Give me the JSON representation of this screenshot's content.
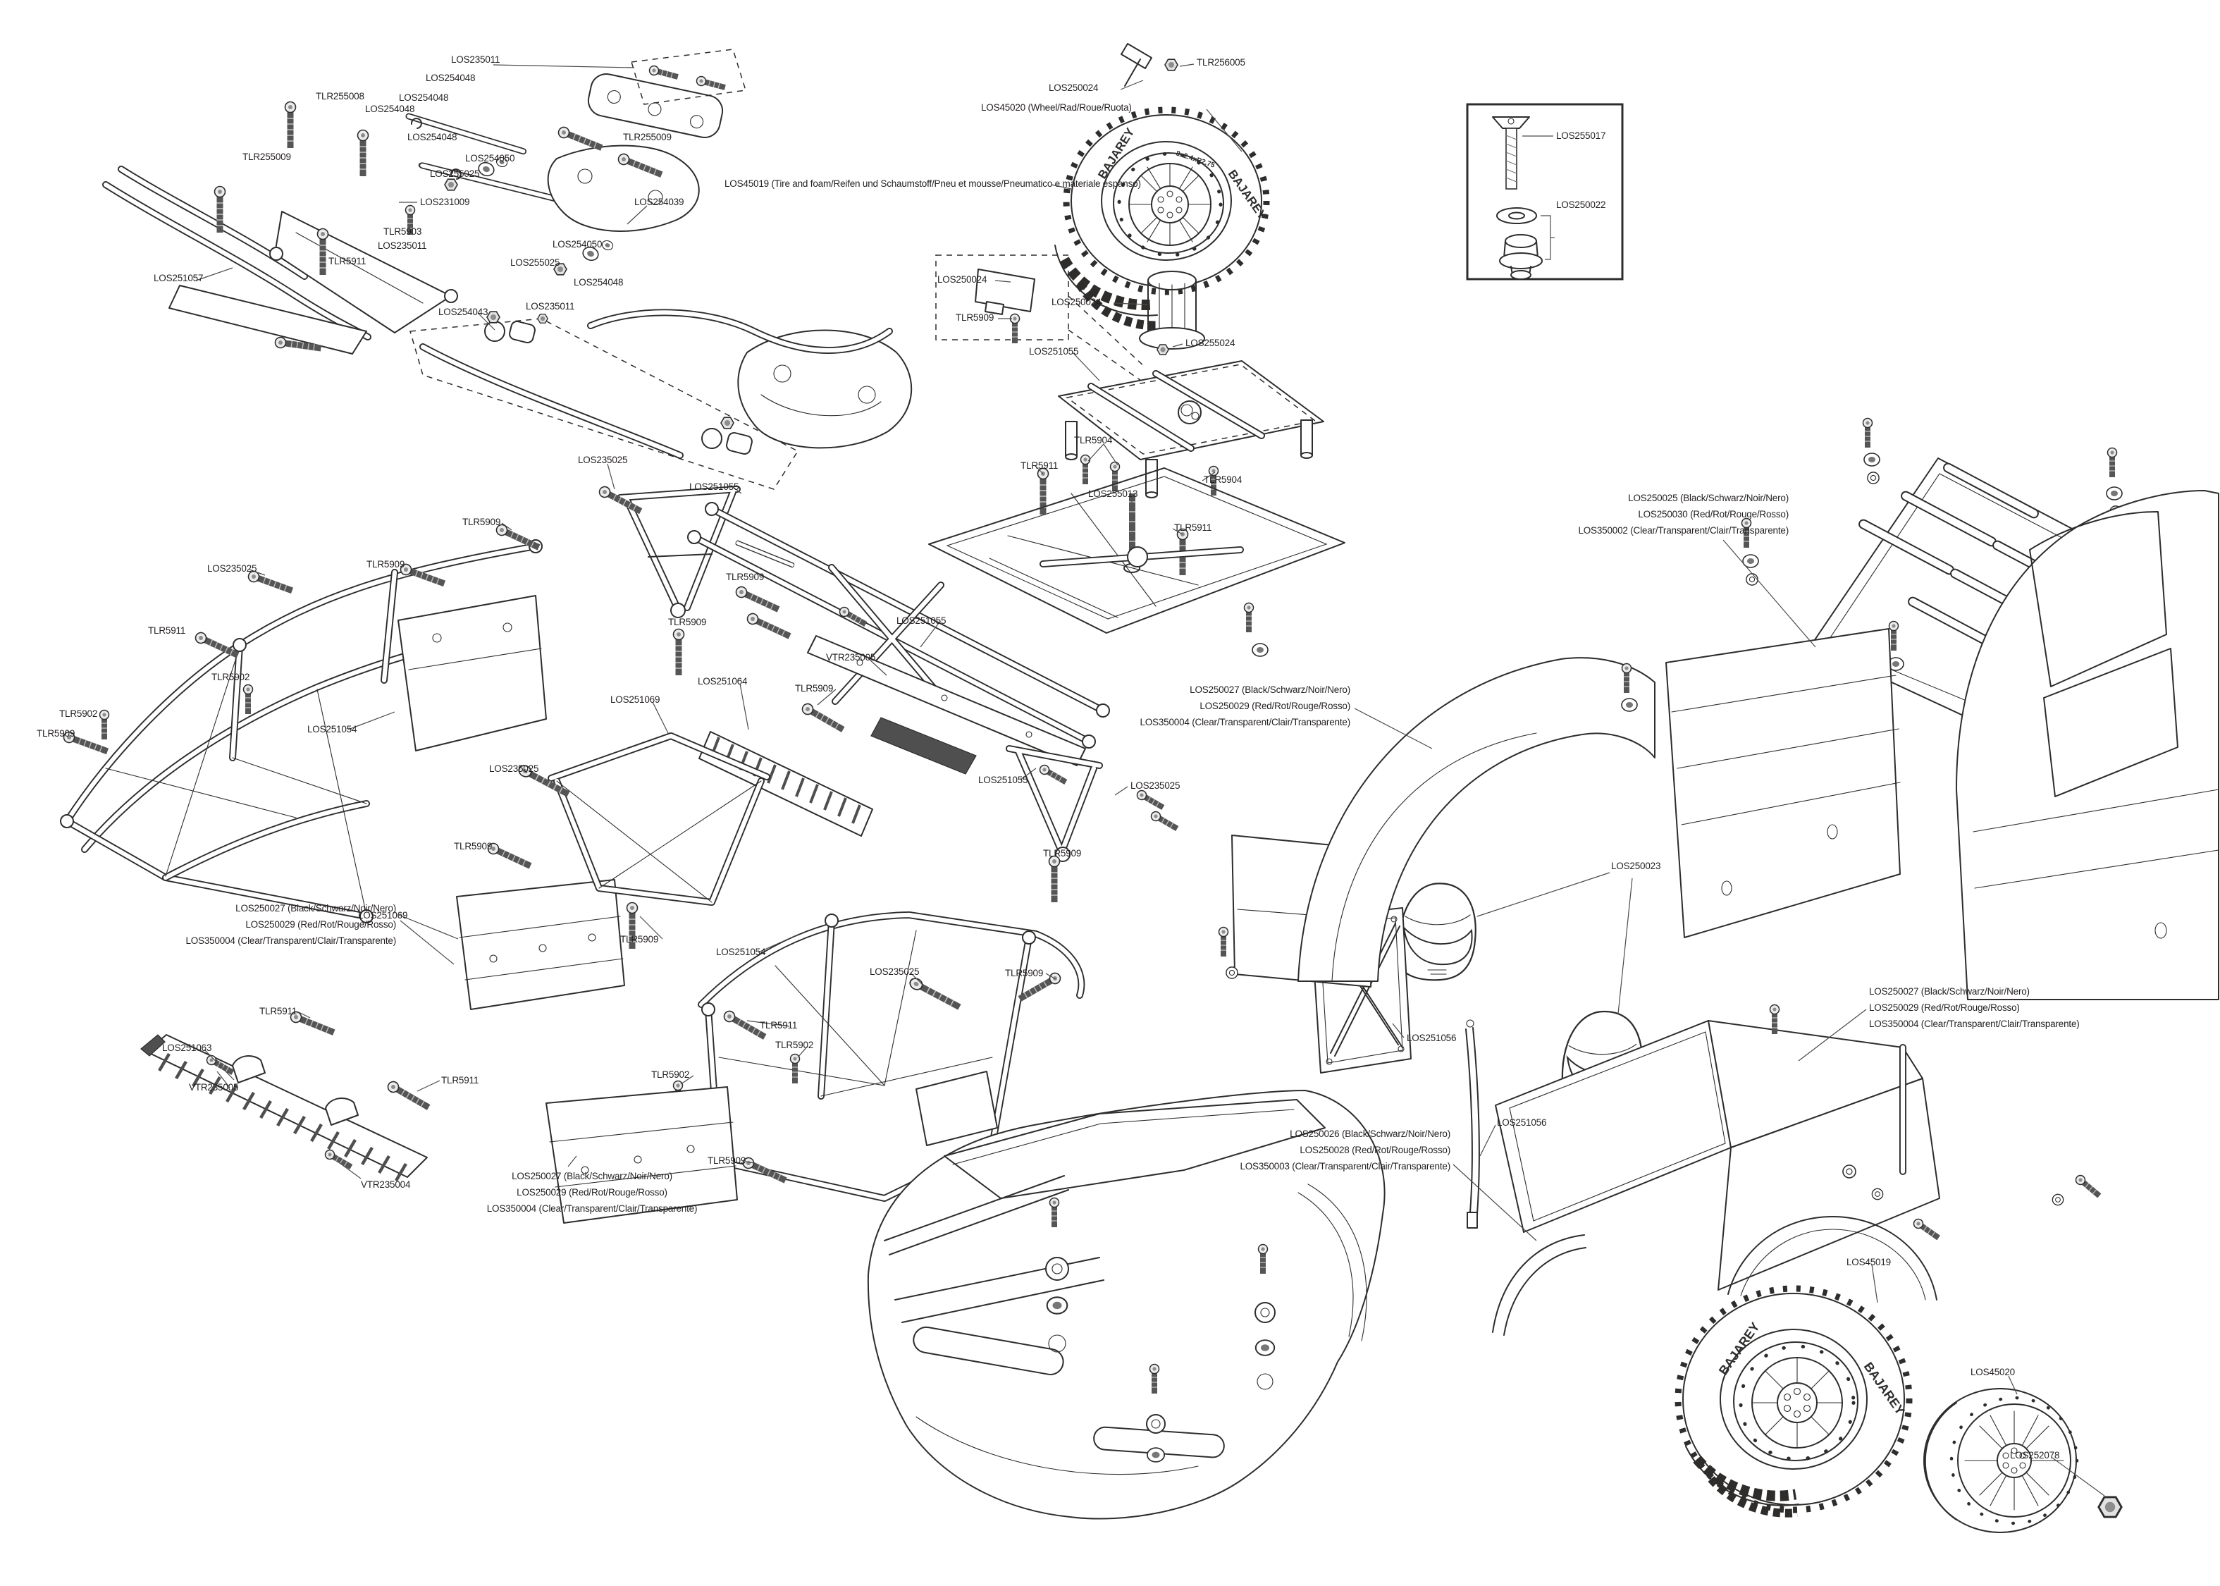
{
  "palette": {
    "background": "#ffffff",
    "line_color": "#2e2d2c",
    "label_color": "#231f20"
  },
  "tire_markings": {
    "brand": "BAJAREY",
    "size": "8x2.4xR2.75"
  },
  "labels": [
    {
      "text": "LOS235011"
    },
    {
      "text": "LOS254048"
    },
    {
      "text": "TLR255008"
    },
    {
      "text": "LOS254048"
    },
    {
      "text": "LOS254048"
    },
    {
      "text": "LOS254048"
    },
    {
      "text": "TLR255009"
    },
    {
      "text": "TLR255009"
    },
    {
      "text": "LOS254050"
    },
    {
      "text": "LOS255025"
    },
    {
      "text": "LOS231009"
    },
    {
      "text": "LOS254039"
    },
    {
      "text": "TLR5903"
    },
    {
      "text": "LOS235011"
    },
    {
      "text": "TLR5911"
    },
    {
      "text": "LOS251057"
    },
    {
      "text": "LOS254050"
    },
    {
      "text": "LOS255025"
    },
    {
      "text": "LOS254048"
    },
    {
      "text": "LOS235011"
    },
    {
      "text": "LOS254043"
    },
    {
      "text": "TLR256005"
    },
    {
      "text": "LOS250024"
    },
    {
      "text": "LOS45020 (Wheel/Rad/Roue/Ruota)"
    },
    {
      "text": "LOS45019 (Tire and foam/Reifen und Schaumstoff/Pneu et mousse/Pneumatico e materiale espanso)"
    },
    {
      "text": "LOS250024"
    },
    {
      "text": "TLR5909"
    },
    {
      "text": "LOS250024"
    },
    {
      "text": "LOS255024"
    },
    {
      "text": "LOS251055"
    },
    {
      "text": "TLR5904"
    },
    {
      "text": "TLR5911"
    },
    {
      "text": "LOS255013"
    },
    {
      "text": "TLR5904"
    },
    {
      "text": "TLR5911"
    },
    {
      "text": "LOS255017"
    },
    {
      "text": "LOS250022"
    },
    {
      "text": "LOS235025"
    },
    {
      "text": "LOS251055"
    },
    {
      "text": "TLR5909"
    },
    {
      "text": "TLR5909"
    },
    {
      "text": "LOS235025"
    },
    {
      "text": "TLR5909"
    },
    {
      "text": "TLR5911"
    },
    {
      "text": "TLR5902"
    },
    {
      "text": "TLR5902"
    },
    {
      "text": "TLR5909"
    },
    {
      "text": "LOS251054"
    },
    {
      "text": "TLR5909"
    },
    {
      "text": "LOS251055"
    },
    {
      "text": "VTR235005"
    },
    {
      "text": "LOS251064"
    },
    {
      "text": "TLR5909"
    },
    {
      "text": "LOS251069"
    },
    {
      "text": "LOS235025"
    },
    {
      "text": "TLR5909"
    },
    {
      "text": "TLR5909"
    },
    {
      "text": "LOS251055"
    },
    {
      "text": "LOS235025"
    },
    {
      "text": "TLR5909"
    },
    {
      "text": "LOS250025 (Black/Schwarz/Noir/Nero)"
    },
    {
      "text": "LOS250030 (Red/Rot/Rouge/Rosso)"
    },
    {
      "text": "LOS350002 (Clear/Transparent/Clair/Transparente)"
    },
    {
      "text": "LOS250027 (Black/Schwarz/Noir/Nero)"
    },
    {
      "text": "LOS250029 (Red/Rot/Rouge/Rosso)"
    },
    {
      "text": "LOS350004 (Clear/Transparent/Clair/Transparente)"
    },
    {
      "text": "LOS250027 (Black/Schwarz/Noir/Nero)"
    },
    {
      "text": "LOS250029 (Red/Rot/Rouge/Rosso)"
    },
    {
      "text": "LOS350004 (Clear/Transparent/Clair/Transparente)"
    },
    {
      "text": "LOS251069"
    },
    {
      "text": "TLR5911"
    },
    {
      "text": "LOS251063"
    },
    {
      "text": "VTR235005"
    },
    {
      "text": "VTR235004"
    },
    {
      "text": "TLR5911"
    },
    {
      "text": "LOS251054"
    },
    {
      "text": "LOS235025"
    },
    {
      "text": "TLR5909"
    },
    {
      "text": "TLR5911"
    },
    {
      "text": "TLR5902"
    },
    {
      "text": "TLR5902"
    },
    {
      "text": "TLR5909"
    },
    {
      "text": "LOS250027 (Black/Schwarz/Noir/Nero)"
    },
    {
      "text": "LOS250029 (Red/Rot/Rouge/Rosso)"
    },
    {
      "text": "LOS350004 (Clear/Transparent/Clair/Transparente)"
    },
    {
      "text": "LOS250026 (Black/Schwarz/Noir/Nero)"
    },
    {
      "text": "LOS250028 (Red/Rot/Rouge/Rosso)"
    },
    {
      "text": "LOS350003 (Clear/Transparent/Clair/Transparente)"
    },
    {
      "text": "LOS250023"
    },
    {
      "text": "LOS251056"
    },
    {
      "text": "LOS251056"
    },
    {
      "text": "LOS250027 (Black/Schwarz/Noir/Nero)"
    },
    {
      "text": "LOS250029 (Red/Rot/Rouge/Rosso)"
    },
    {
      "text": "LOS350004 (Clear/Transparent/Clair/Transparente)"
    },
    {
      "text": "LOS45019"
    },
    {
      "text": "LOS45020"
    },
    {
      "text": "LOS252078"
    }
  ]
}
